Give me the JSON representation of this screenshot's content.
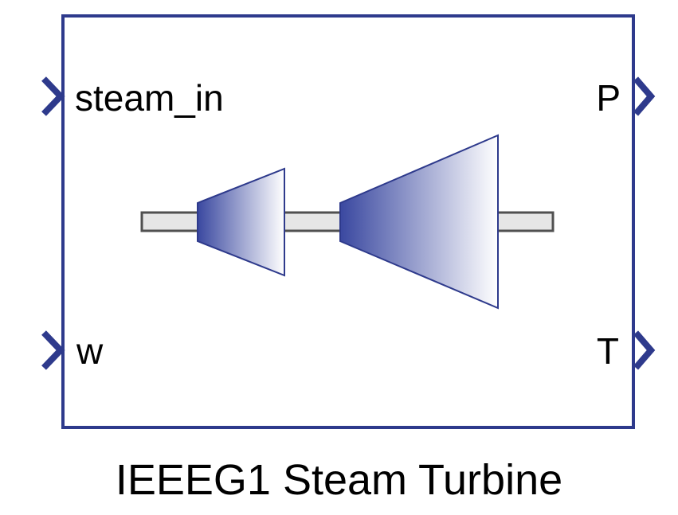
{
  "block": {
    "caption": "IEEEG1 Steam Turbine",
    "inputs": [
      {
        "label": "steam_in"
      },
      {
        "label": "w"
      }
    ],
    "outputs": [
      {
        "label": "P"
      },
      {
        "label": "T"
      }
    ]
  },
  "colors": {
    "border": "#2e3a8c",
    "port": "#2e3a8c",
    "shaft_fill": "#e6e6e6",
    "shaft_stroke": "#505050",
    "gradient_start": "#3a48a0",
    "gradient_end": "#ffffff"
  },
  "icon": "steam-turbine-icon"
}
